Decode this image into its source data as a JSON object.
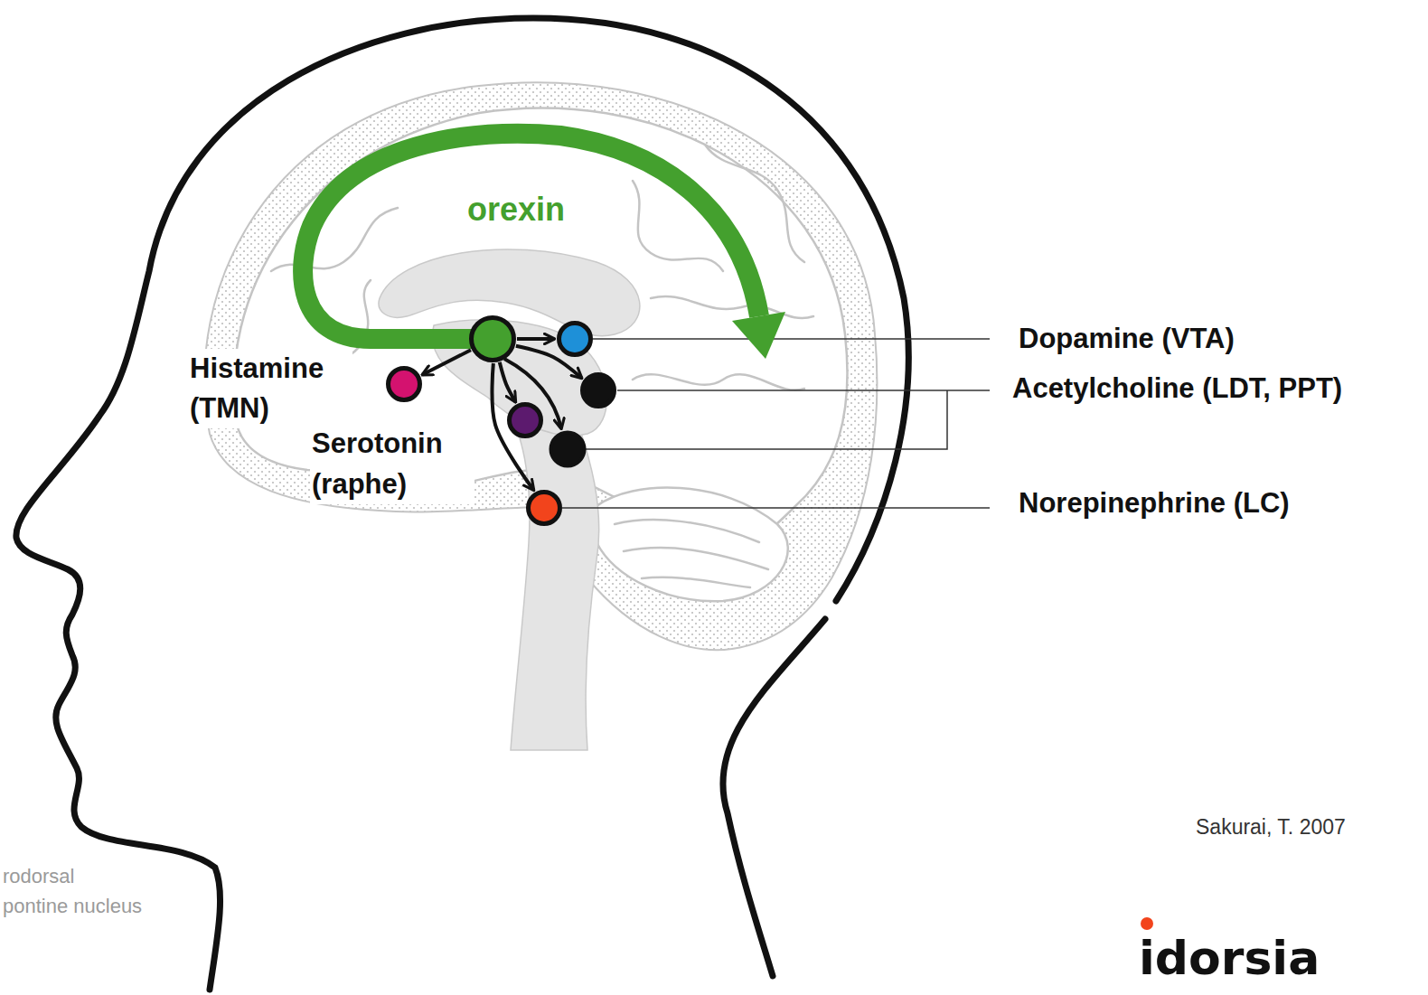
{
  "diagram": {
    "nodes": [
      {
        "text": [
          "orexin"
        ]
      },
      {
        "text": [
          "Dopamine (VTA)"
        ]
      },
      {
        "text": [
          "Histamine (TMN)"
        ]
      },
      {
        "text": [
          "Acetylcholine (LDT, PPT)"
        ]
      },
      {
        "text": [
          "Serotonin (raphe)"
        ]
      },
      {
        "text": [
          "Norepinephrine (LC)"
        ]
      }
    ],
    "edges": [
      {
        "from": 0,
        "to": 1,
        "arrow": "to"
      },
      {
        "from": 0,
        "to": 2,
        "arrow": "to"
      },
      {
        "from": 0,
        "to": 3,
        "arrow": "to"
      },
      {
        "from": 0,
        "to": 4,
        "arrow": "to"
      },
      {
        "from": 0,
        "to": 5,
        "arrow": "to"
      }
    ],
    "labels": [
      "Sakurai, T. 2007",
      "rodorsal",
      "pontine nucleus",
      "idorsia"
    ]
  }
}
